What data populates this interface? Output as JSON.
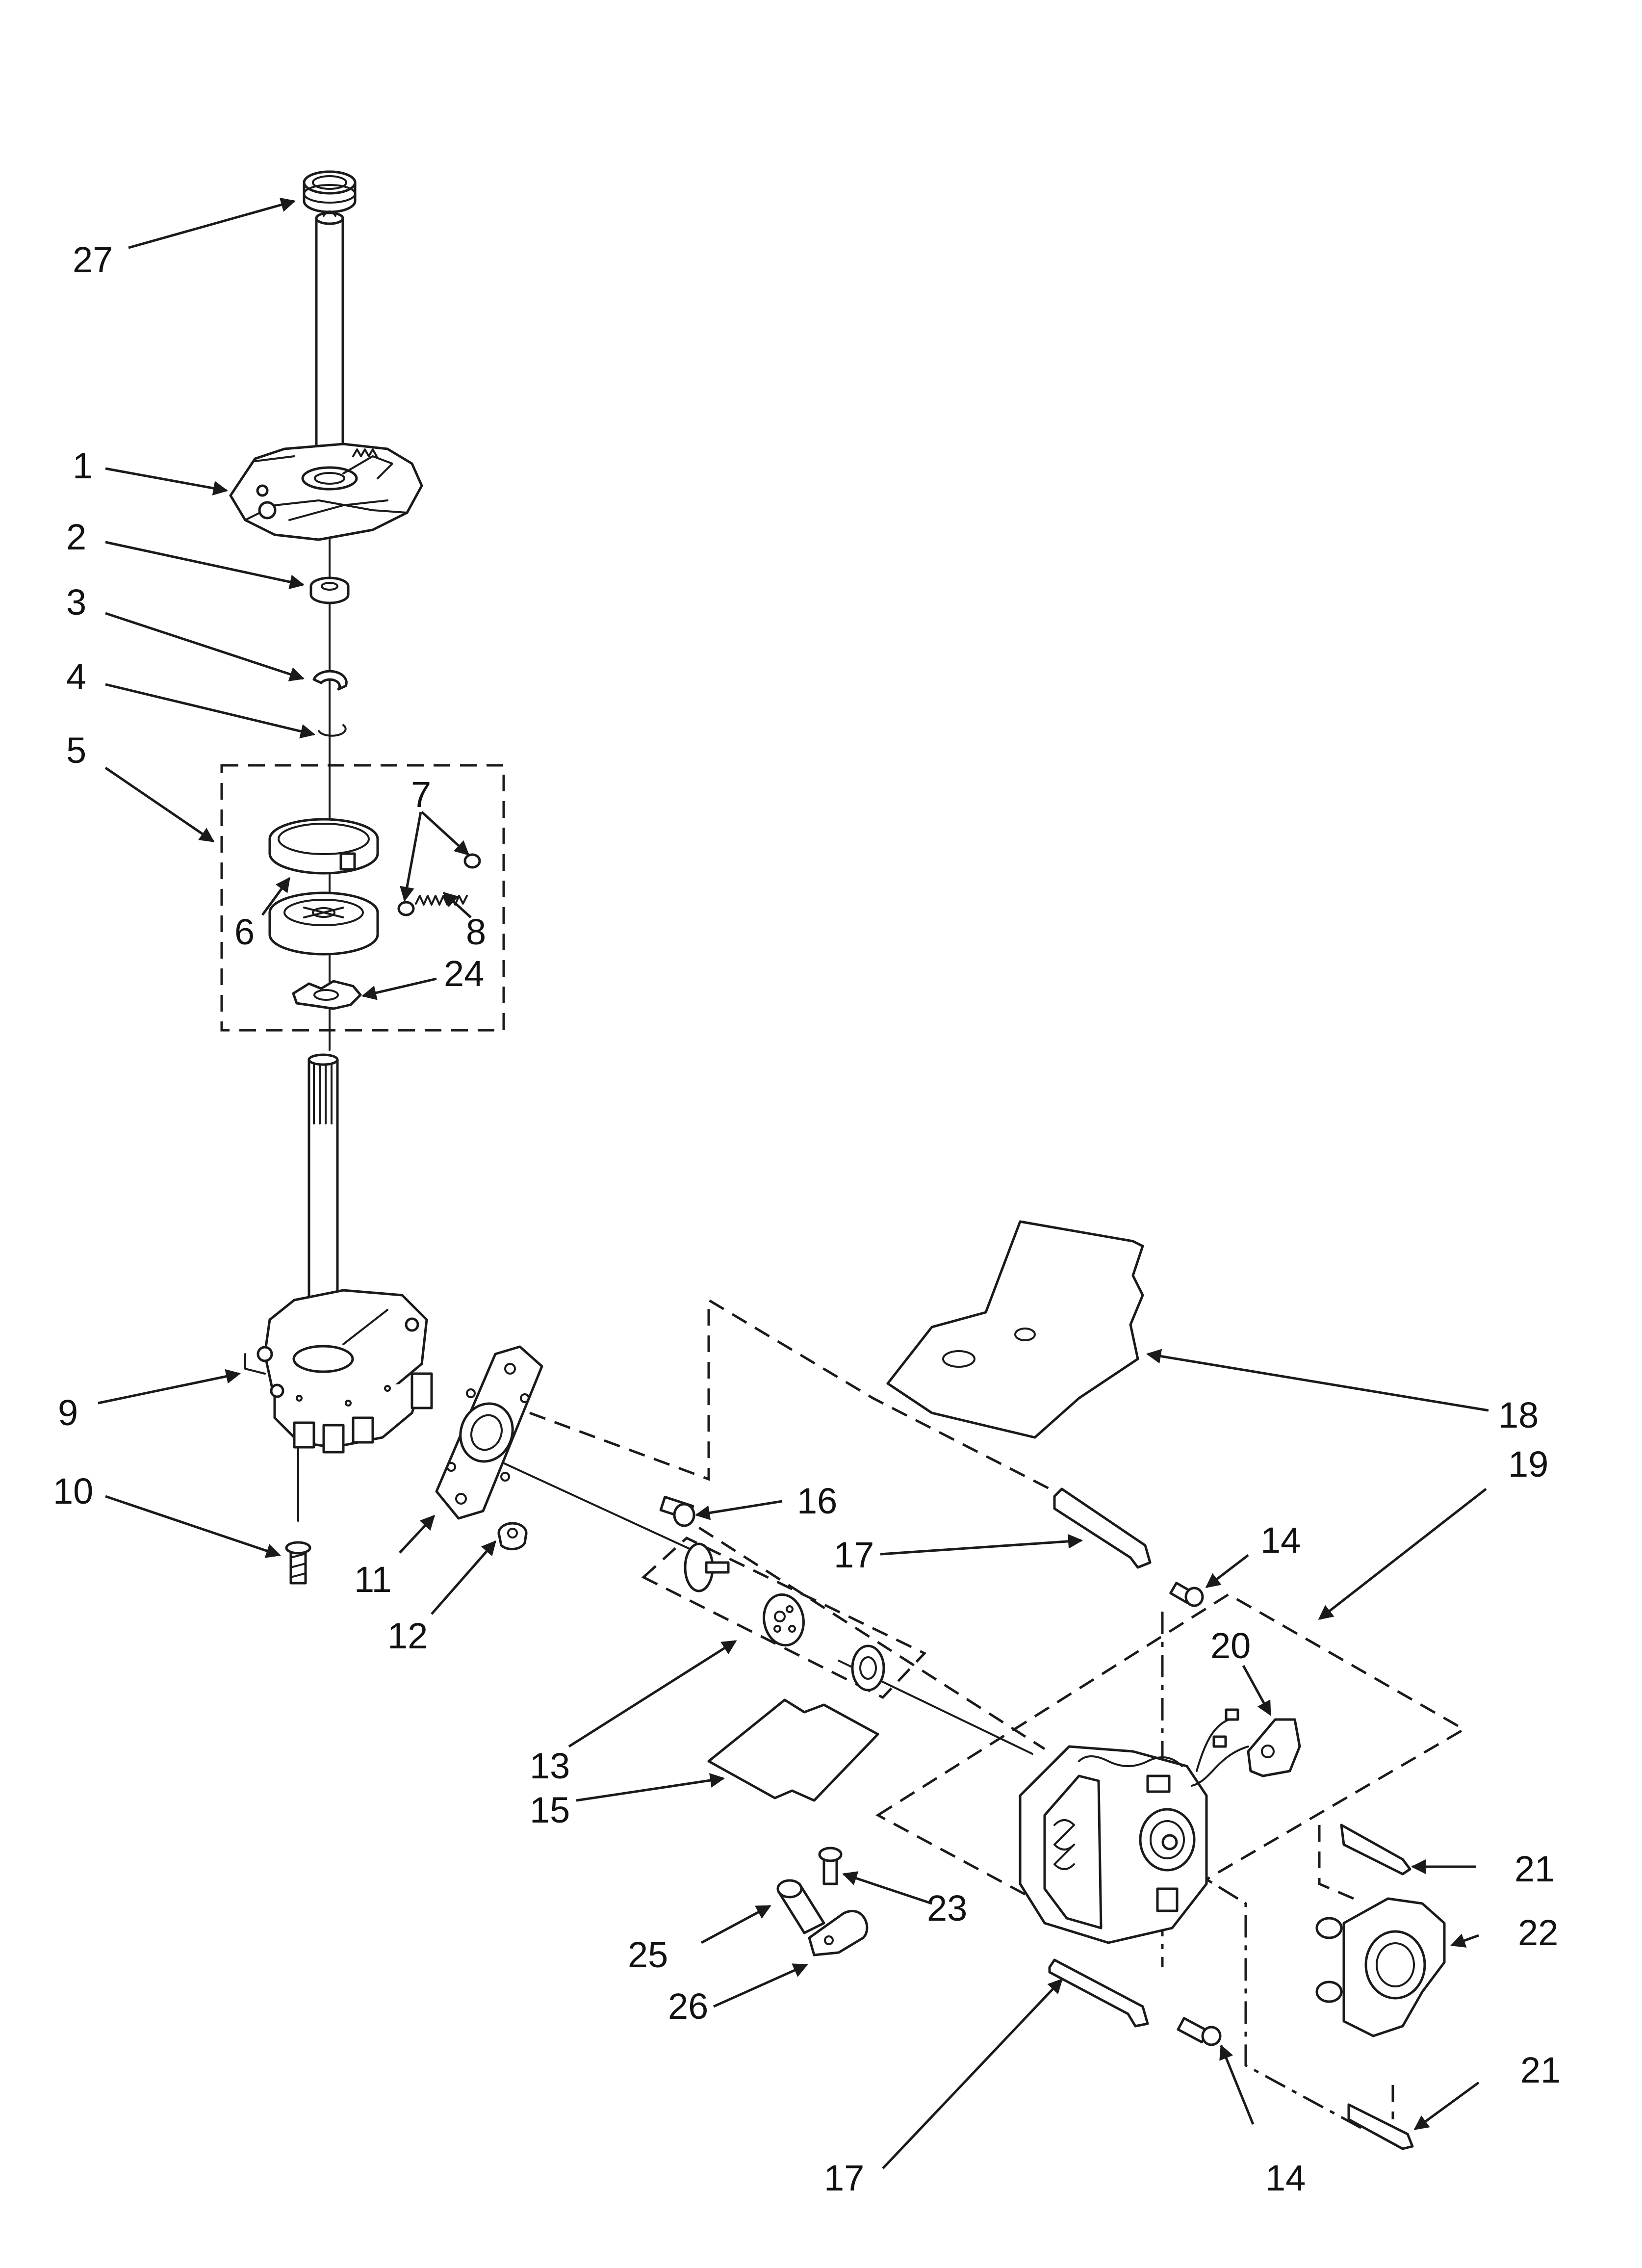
{
  "callouts": [
    {
      "id": "c27",
      "label": "27"
    },
    {
      "id": "c1",
      "label": "1"
    },
    {
      "id": "c2",
      "label": "2"
    },
    {
      "id": "c3",
      "label": "3"
    },
    {
      "id": "c4",
      "label": "4"
    },
    {
      "id": "c5",
      "label": "5"
    },
    {
      "id": "c7",
      "label": "7"
    },
    {
      "id": "c6",
      "label": "6"
    },
    {
      "id": "c8",
      "label": "8"
    },
    {
      "id": "c24",
      "label": "24"
    },
    {
      "id": "c9",
      "label": "9"
    },
    {
      "id": "c10",
      "label": "10"
    },
    {
      "id": "c11",
      "label": "11"
    },
    {
      "id": "c12",
      "label": "12"
    },
    {
      "id": "c16",
      "label": "16"
    },
    {
      "id": "c18",
      "label": "18"
    },
    {
      "id": "c19",
      "label": "19"
    },
    {
      "id": "c17a",
      "label": "17"
    },
    {
      "id": "c14a",
      "label": "14"
    },
    {
      "id": "c20",
      "label": "20"
    },
    {
      "id": "c13",
      "label": "13"
    },
    {
      "id": "c15",
      "label": "15"
    },
    {
      "id": "c21a",
      "label": "21"
    },
    {
      "id": "c23",
      "label": "23"
    },
    {
      "id": "c22",
      "label": "22"
    },
    {
      "id": "c25",
      "label": "25"
    },
    {
      "id": "c26",
      "label": "26"
    },
    {
      "id": "c21b",
      "label": "21"
    },
    {
      "id": "c17b",
      "label": "17"
    },
    {
      "id": "c14b",
      "label": "14"
    }
  ]
}
